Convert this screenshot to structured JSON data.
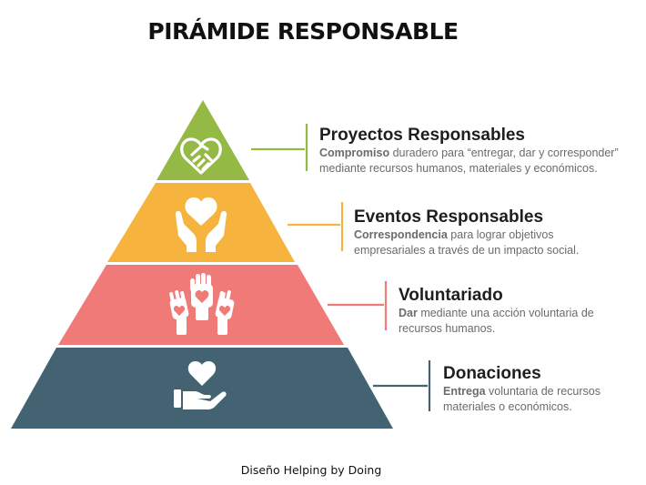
{
  "title": "PIRÁMIDE RESPONSABLE",
  "credit": "Diseño Helping by Doing",
  "colors": {
    "level_1": "#94b944",
    "level_2": "#f6b43e",
    "level_3": "#f07a78",
    "level_4": "#436373",
    "text_dark": "#1e1e1e",
    "text_muted": "#6b6b6b"
  },
  "levels": [
    {
      "icon": "handshake-heart-icon",
      "title": "Proyectos Responsables",
      "desc_bold": "Compromiso",
      "desc_rest": " duradero para “entregar, dar y corresponder” mediante recursos humanos, materiales y económicos."
    },
    {
      "icon": "hands-holding-heart-icon",
      "title": "Eventos Responsables",
      "desc_bold": "Correspondencia",
      "desc_rest": " para lograr objetivos empresariales a través de un impacto social."
    },
    {
      "icon": "raised-hands-hearts-icon",
      "title": "Voluntariado",
      "desc_bold": "Dar",
      "desc_rest": " mediante una acción voluntaria de recursos humanos."
    },
    {
      "icon": "hand-giving-heart-icon",
      "title": "Donaciones",
      "desc_bold": "Entrega",
      "desc_rest": " voluntaria de recursos materiales o económicos."
    }
  ]
}
